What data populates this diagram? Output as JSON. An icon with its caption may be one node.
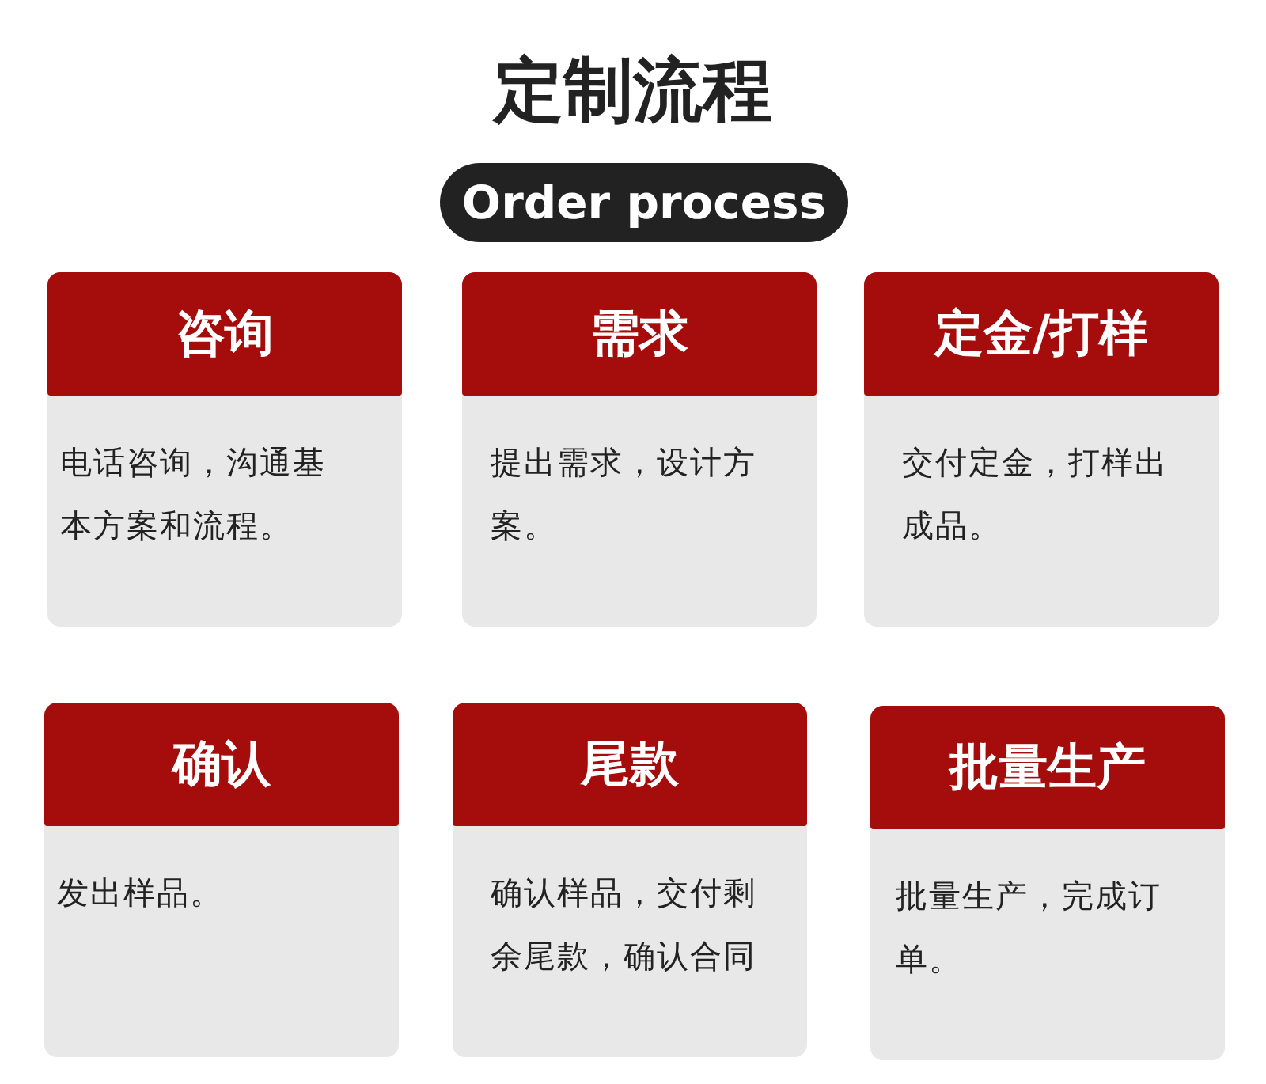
{
  "diagram": {
    "title": "定制流程",
    "nodes": [
      {
        "text": [
          "Order process"
        ]
      },
      {
        "text": [
          "咨询",
          "电话咨询，沟通基本方案和流程。"
        ]
      },
      {
        "text": [
          "需求",
          "提出需求，设计方案。"
        ]
      },
      {
        "text": [
          "定金/打样",
          "交付定金，打样出成品。"
        ]
      },
      {
        "text": [
          "确认",
          "发出样品。"
        ]
      },
      {
        "text": [
          "尾款",
          "确认样品，交付剩余尾款，确认合同"
        ]
      },
      {
        "text": [
          "批量生产",
          "批量生产，完成订单。"
        ]
      }
    ]
  }
}
